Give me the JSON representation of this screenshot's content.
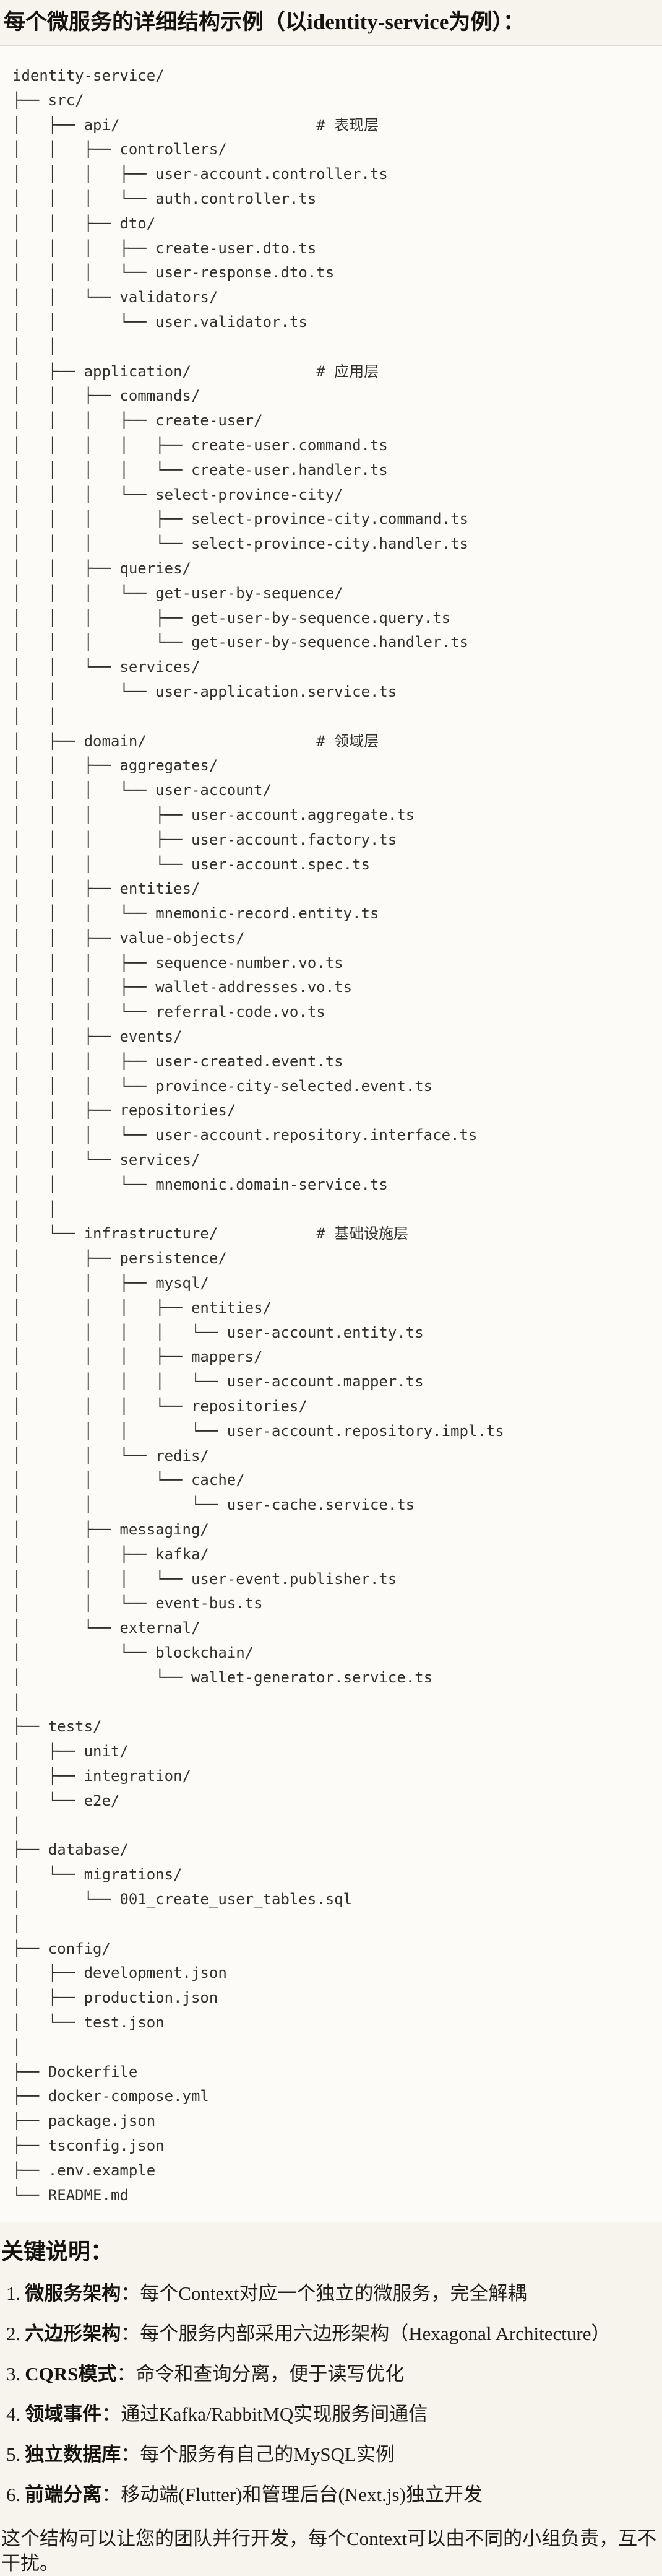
{
  "page": {
    "title": "每个微服务的详细结构示例（以identity-service为例）：",
    "colors": {
      "page_bg": "#F6F4EC",
      "code_bg": "#FCFBF8",
      "border": "#DDD9CE",
      "tree_text": "#32302C",
      "text": "#1E1D1A"
    }
  },
  "tree": {
    "lines": [
      "identity-service/",
      "├── src/",
      "│   ├── api/                      # 表现层",
      "│   │   ├── controllers/",
      "│   │   │   ├── user-account.controller.ts",
      "│   │   │   └── auth.controller.ts",
      "│   │   ├── dto/",
      "│   │   │   ├── create-user.dto.ts",
      "│   │   │   └── user-response.dto.ts",
      "│   │   └── validators/",
      "│   │       └── user.validator.ts",
      "│   │",
      "│   ├── application/              # 应用层",
      "│   │   ├── commands/",
      "│   │   │   ├── create-user/",
      "│   │   │   │   ├── create-user.command.ts",
      "│   │   │   │   └── create-user.handler.ts",
      "│   │   │   └── select-province-city/",
      "│   │   │       ├── select-province-city.command.ts",
      "│   │   │       └── select-province-city.handler.ts",
      "│   │   ├── queries/",
      "│   │   │   └── get-user-by-sequence/",
      "│   │   │       ├── get-user-by-sequence.query.ts",
      "│   │   │       └── get-user-by-sequence.handler.ts",
      "│   │   └── services/",
      "│   │       └── user-application.service.ts",
      "│   │",
      "│   ├── domain/                   # 领域层",
      "│   │   ├── aggregates/",
      "│   │   │   └── user-account/",
      "│   │   │       ├── user-account.aggregate.ts",
      "│   │   │       ├── user-account.factory.ts",
      "│   │   │       └── user-account.spec.ts",
      "│   │   ├── entities/",
      "│   │   │   └── mnemonic-record.entity.ts",
      "│   │   ├── value-objects/",
      "│   │   │   ├── sequence-number.vo.ts",
      "│   │   │   ├── wallet-addresses.vo.ts",
      "│   │   │   └── referral-code.vo.ts",
      "│   │   ├── events/",
      "│   │   │   ├── user-created.event.ts",
      "│   │   │   └── province-city-selected.event.ts",
      "│   │   ├── repositories/",
      "│   │   │   └── user-account.repository.interface.ts",
      "│   │   └── services/",
      "│   │       └── mnemonic.domain-service.ts",
      "│   │",
      "│   └── infrastructure/           # 基础设施层",
      "│       ├── persistence/",
      "│       │   ├── mysql/",
      "│       │   │   ├── entities/",
      "│       │   │   │   └── user-account.entity.ts",
      "│       │   │   ├── mappers/",
      "│       │   │   │   └── user-account.mapper.ts",
      "│       │   │   └── repositories/",
      "│       │   │       └── user-account.repository.impl.ts",
      "│       │   └── redis/",
      "│       │       └── cache/",
      "│       │           └── user-cache.service.ts",
      "│       ├── messaging/",
      "│       │   ├── kafka/",
      "│       │   │   └── user-event.publisher.ts",
      "│       │   └── event-bus.ts",
      "│       └── external/",
      "│           └── blockchain/",
      "│               └── wallet-generator.service.ts",
      "│",
      "├── tests/",
      "│   ├── unit/",
      "│   ├── integration/",
      "│   └── e2e/",
      "│",
      "├── database/",
      "│   └── migrations/",
      "│       └── 001_create_user_tables.sql",
      "│",
      "├── config/",
      "│   ├── development.json",
      "│   ├── production.json",
      "│   └── test.json",
      "│",
      "├── Dockerfile",
      "├── docker-compose.yml",
      "├── package.json",
      "├── tsconfig.json",
      "├── .env.example",
      "└── README.md"
    ]
  },
  "notes": {
    "heading": "关键说明：",
    "items": [
      {
        "num": "1.",
        "term": "微服务架构",
        "sep": "：",
        "desc": "每个Context对应一个独立的微服务，完全解耦"
      },
      {
        "num": "2.",
        "term": "六边形架构",
        "sep": "：",
        "desc": "每个服务内部采用六边形架构（Hexagonal Architecture）"
      },
      {
        "num": "3.",
        "term": "CQRS模式",
        "sep": "：",
        "desc": "命令和查询分离，便于读写优化"
      },
      {
        "num": "4.",
        "term": "领域事件",
        "sep": "：",
        "desc": "通过Kafka/RabbitMQ实现服务间通信"
      },
      {
        "num": "5.",
        "term": "独立数据库",
        "sep": "：",
        "desc": "每个服务有自己的MySQL实例"
      },
      {
        "num": "6.",
        "term": "前端分离",
        "sep": "：",
        "desc": "移动端(Flutter)和管理后台(Next.js)独立开发"
      }
    ],
    "footer": "这个结构可以让您的团队并行开发，每个Context可以由不同的小组负责，互不干扰。"
  }
}
